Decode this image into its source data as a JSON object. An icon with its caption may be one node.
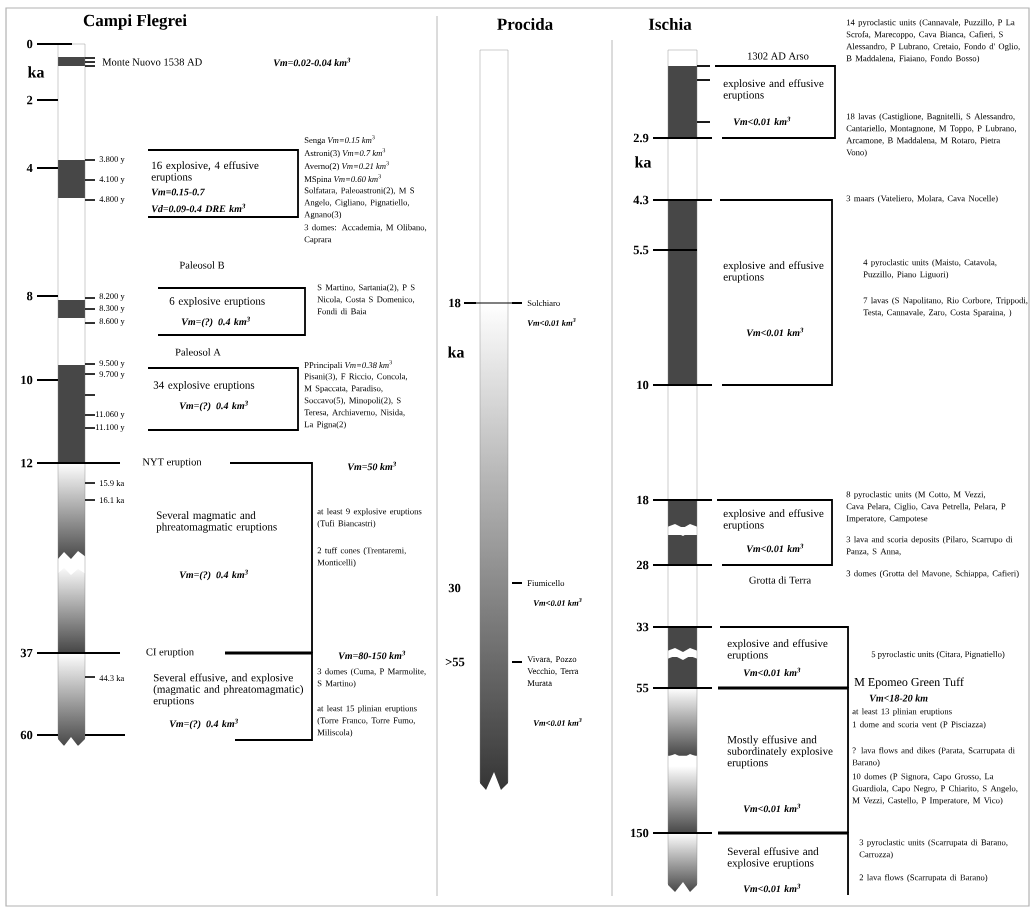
{
  "diagram": {
    "nodes": [
      {
        "text": [
          "16 explosive, 4 effusive eruptions",
          "Vm=0.15-0.7",
          "Vd=0.09-0.4 DRE km$^{3}$"
        ]
      },
      {
        "text": [
          "6 explosive eruptions",
          "Vm=(?) 0.4 km$^{3}$"
        ]
      },
      {
        "text": [
          "34 explosive eruptions",
          "Vm=(?) 0.4 km$^{3}$"
        ]
      },
      {
        "text": [
          "Several magmatic and phreatomagmatic eruptions",
          "Vm=(?) 0.4 km$^{3}$"
        ]
      },
      {
        "text": [
          "Several effusive, and explosive (magmatic and phreatomagmatic) eruptions",
          "Vm=(?) 0.4 km$^{3}$"
        ]
      },
      {
        "text": [
          "explosive and effusive eruptions",
          "Vm<0.01 km$^{3}$"
        ]
      },
      {
        "text": [
          "explosive and effusive eruptions",
          "Vm<0.01 km$^{3}$"
        ]
      },
      {
        "text": [
          "explosive and effusive eruptions",
          "Vm<0.01 km$^{3}$"
        ]
      },
      {
        "text": [
          "explosive and effusive eruptions",
          "Vm<0.01 km$^{3}$"
        ]
      },
      {
        "text": [
          "Mostly effusive and subordinately explosive eruptions",
          "Vm<0.01 km$^{3}$"
        ]
      },
      {
        "text": [
          "Several effusive and explosive eruptions",
          "Vm<0.01 km$^{3}$"
        ]
      }
    ],
    "labels": [
      "Campi Flegrei",
      "0",
      "ka",
      "2",
      "4",
      "8",
      "10",
      "12",
      "37",
      "60",
      "Monte Nuovo 1538 AD",
      "Vm=0.02-0.04 km$^{3}$",
      "3.800 y",
      "4.100 y",
      "4.800 y",
      "Senga *Vm=0.15 km*$^{3}$",
      "Astroni(3) *Vm=0.7 km*$^{3}$",
      "Averno(2) *Vm=0.21 km*$^{3}$",
      "MSpina *Vm=0.60 km*$^{3}$",
      "Solfatara, Paleoastroni(2), M S Angelo, Cigliano, Pignatiello, Agnano(3)",
      "3 domes: Accademia, M Olibano, Caprara",
      "Paleosol B",
      "8.200 y",
      "8.300 y",
      "8.600 y",
      "S Martino, Sartania(2), P S Nicola, Costa S Domenico, Fondi di Baia",
      "Paleosol A",
      "9.500 y",
      "9.700 y",
      "11.060 y",
      "11.100 y",
      "PPrincipali *Vm=0.38 km*$^{3}$",
      "Pisani(3), F Riccio, Concola, M Spaccata, Paradiso, Soccavo(5), Minopoli(2), S Teresa, Archiaverno, Nisida, La Pigna(2)",
      "NYT eruption",
      "Vm=50 km$^{3}$",
      "15.9 ka",
      "16.1 ka",
      "at least 9 explosive eruptions (Tufi Biancastri)",
      "2 tuff cones (Trentaremi, Monticelli)",
      "CI eruption",
      "Vm=80-150 km$^{3}$",
      "44.3 ka",
      "3 domes (Cuma, P Marmolite, S Martino)",
      "at least 15 plinian eruptions (Torre Franco, Torre Fumo, Miliscola)",
      "Procida",
      "18",
      "ka",
      "30",
      ">55",
      "Solchiaro",
      "Vm<0.01 km$^{3}$",
      "Fiumicello",
      "Vm<0.01 km$^{3}$",
      "Vivara, Pozzo Vecchio, Terra Murata",
      "Vm<0.01 km$^{3}$",
      "Ischia",
      "2.9",
      "ka",
      "4.3",
      "5.5",
      "10",
      "18",
      "28",
      "33",
      "55",
      "150",
      "1302 AD Arso",
      "14 pyroclastic units (Cannavale, Puzzillo, P La Scrofa, Marecoppo, Cava Bianca, Cafieri, S Alessandro, P Lubrano, Cretaio, Fondo d' Oglio, B Maddalena, Fiaiano, Fondo Bosso)",
      "18 lavas (Castiglione, Bagnitelli, S Alessandro, Cantariello, Montagnone, M Toppo, P Lubrano, Arcamone, B Maddalena, M Rotaro, Pietra Vono)",
      "3 maars (Vateliero, Molara, Cava Nocelle)",
      "4 pyroclastic units (Maisto, Catavola, Puzzillo, Piano Liguori)",
      "7 lavas (S Napolitano, Rio Corbore, Trippodi, Testa, Cannavale, Zaro, Costa Sparaina, )",
      "Grotta di Terra",
      "8 pyroclastic units (M Cotto, M Vezzi, Cava Pelara, Ciglio, Cava Petrella, Pelara, P Imperatore, Campotese",
      "3 lava and scoria deposits (Pilaro, Scarrupo di Panza, S Anna,",
      "3 domes (Grotta del Mavone, Schiappa, Cafieri)",
      "5 pyroclastic units (Citara, Pignatiello)",
      "M Epomeo Green Tuff",
      "Vm<18-20 km",
      "at least 13 plinian eruptions",
      "1 dome and scoria vent (P Pisciazza)",
      "? lava flows and dikes (Parata, Scarrupata di Barano)",
      "10 domes (P Signora, Capo Grosso, La Guardiola, Capo Negro, P Chiarito, S Angelo, M Vezzi, Castello, P Imperatore, M Vico)",
      "3 pyroclastic units (Scarrupata di Barano, Carrozza)",
      "2 lava flows (Scarrupata di Barano)"
    ]
  }
}
